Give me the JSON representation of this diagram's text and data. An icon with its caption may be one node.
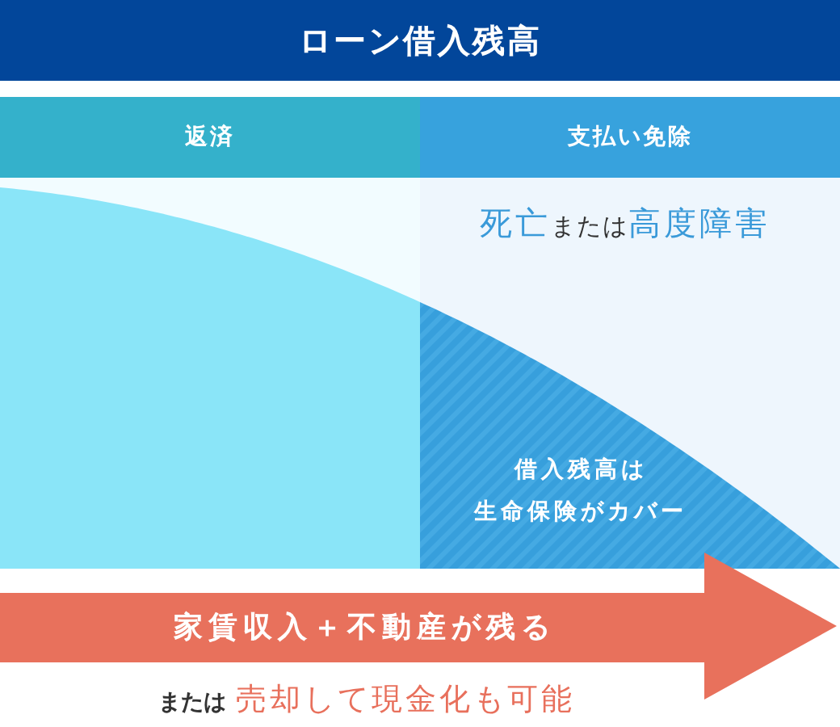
{
  "diagram": {
    "title": "ローン借入残高",
    "nodes": [
      {
        "text": [
          "返済"
        ]
      },
      {
        "text": [
          "支払い免除"
        ]
      },
      {
        "text": [],
        "shape": "box"
      },
      {
        "text": [
          "借入残高は生命保険がカバー"
        ]
      },
      {
        "text": [
          "家賃収入＋不動産が残る"
        ]
      }
    ],
    "labels": [
      "**死亡**または**高度障害**",
      "または**売却して現金化も可能**"
    ]
  }
}
